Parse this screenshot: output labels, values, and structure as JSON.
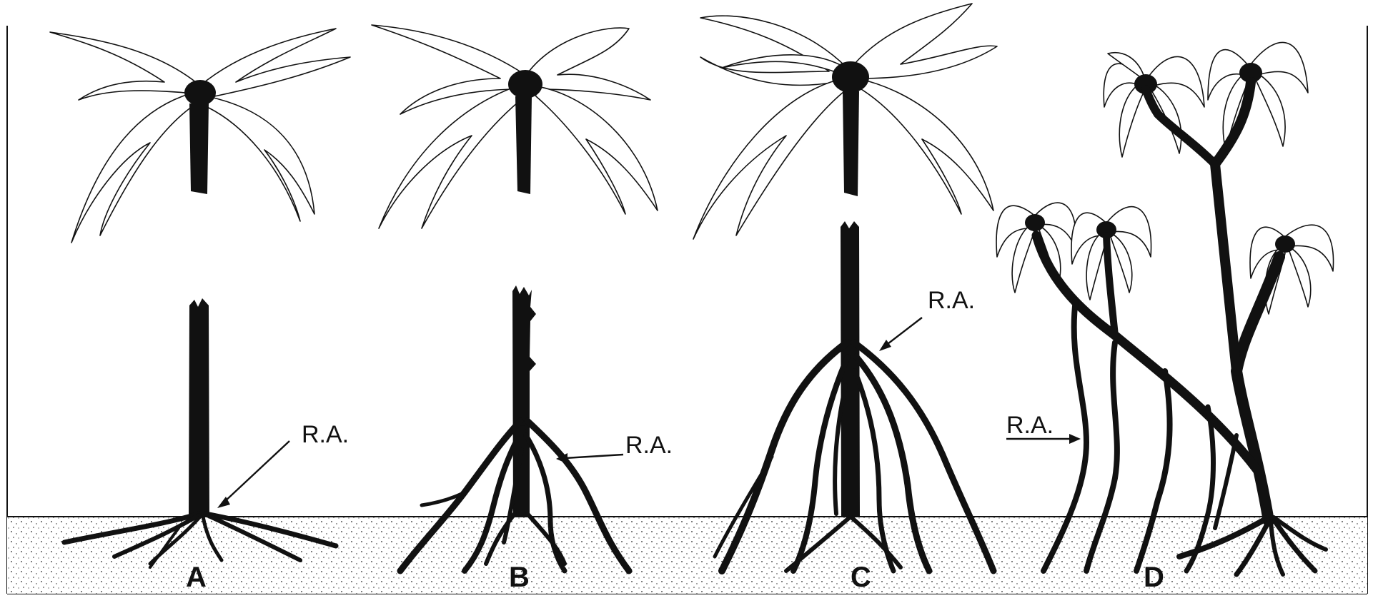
{
  "figure": {
    "annotation_label": "R.A.",
    "panels": [
      {
        "id": "A",
        "letter": "A",
        "annotation": "R.A."
      },
      {
        "id": "B",
        "letter": "B",
        "annotation": "R.A."
      },
      {
        "id": "C",
        "letter": "C",
        "annotation": "R.A."
      },
      {
        "id": "D",
        "letter": "D",
        "annotation": "R.A."
      }
    ]
  }
}
